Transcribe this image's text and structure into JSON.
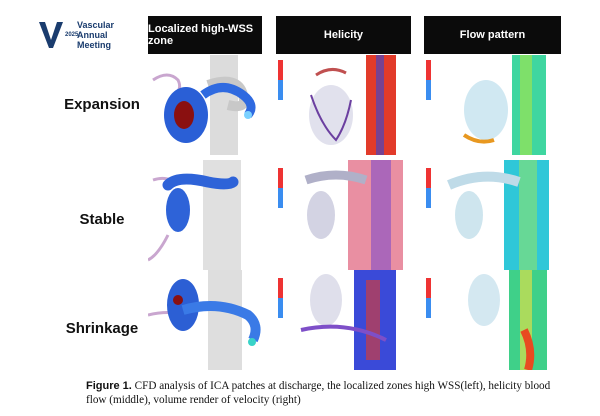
{
  "logo": {
    "year_text": "2025",
    "line1": "Vascular",
    "line2": "Annual",
    "line3": "Meeting",
    "brand_color": "#1a3c6e"
  },
  "columns": [
    {
      "title": "Localized high-WSS zone"
    },
    {
      "title": "Helicity"
    },
    {
      "title": "Flow pattern"
    }
  ],
  "rows": [
    {
      "label": "Expansion"
    },
    {
      "label": "Stable"
    },
    {
      "label": "Shrinkage"
    }
  ],
  "caption": {
    "prefix": "Figure 1.",
    "text": " CFD analysis of  ICA patches at discharge, the localized zones high WSS(left), helicity blood flow (middle), volume render of velocity (right)"
  }
}
